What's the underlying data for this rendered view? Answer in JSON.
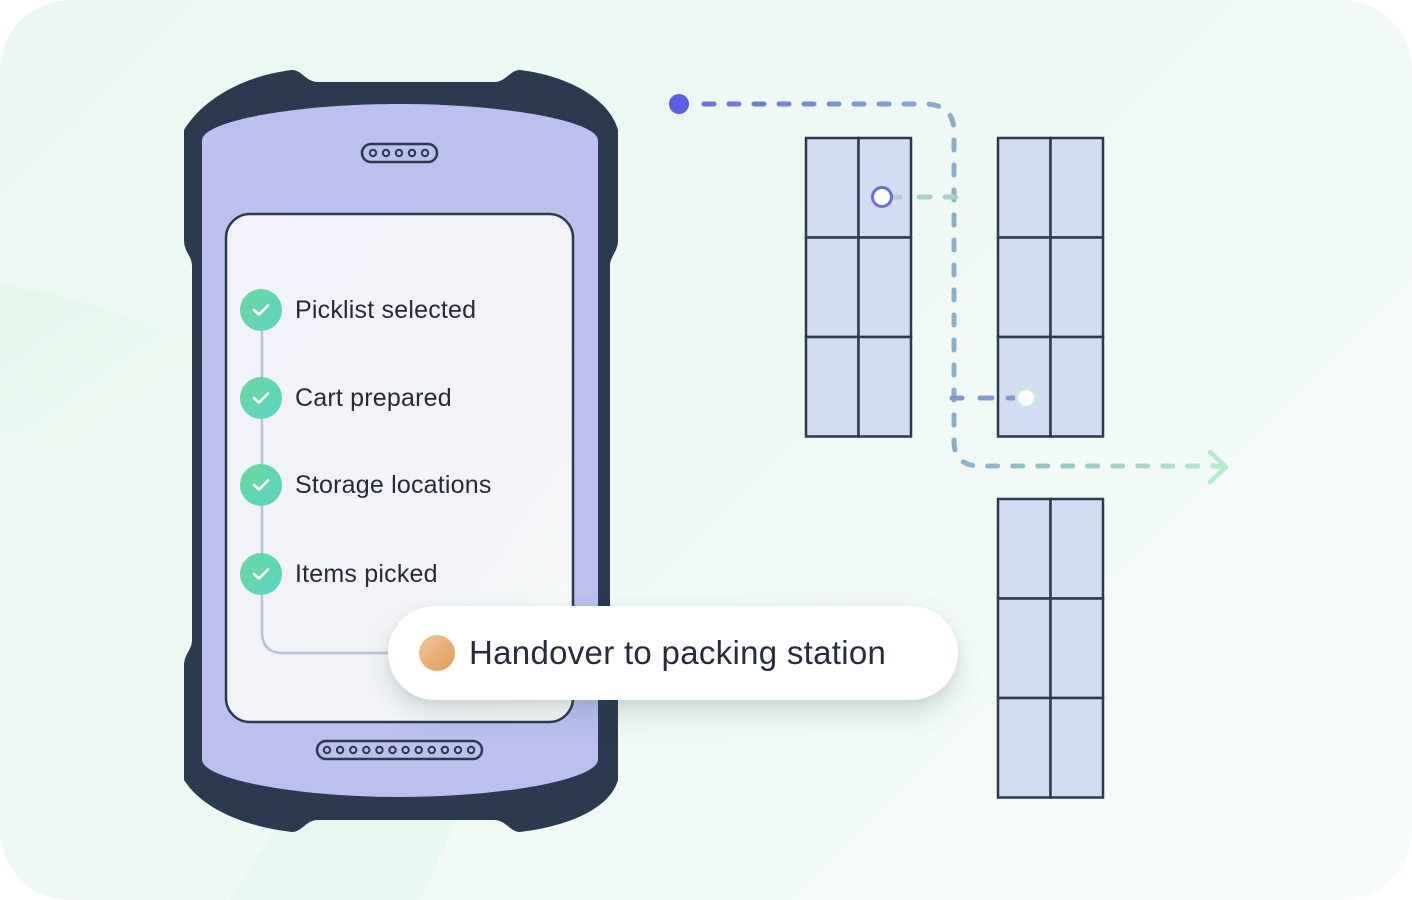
{
  "illustration": {
    "title": "Picking workflow on handheld scanner",
    "steps": [
      {
        "label": "Picklist selected",
        "status": "done",
        "icon": "check-icon"
      },
      {
        "label": "Cart prepared",
        "status": "done",
        "icon": "check-icon"
      },
      {
        "label": "Storage locations",
        "status": "done",
        "icon": "check-icon"
      },
      {
        "label": "Items picked",
        "status": "done",
        "icon": "check-icon"
      }
    ],
    "current_step": {
      "label": "Handover to packing station",
      "status": "in-progress",
      "icon": "status-dot-icon"
    },
    "colors": {
      "device_frame": "#2b3a4f",
      "device_body": "#bbc0ee",
      "screen": "#f4f4fb",
      "check": "#64d6b0",
      "current": "#e6a262",
      "shelf_fill": "#d2dcf2",
      "route_start": "#5b5ee0",
      "route_end": "#b4eccb"
    },
    "shelves": {
      "count": 3,
      "columns_each": 2,
      "rows_each": 3
    },
    "route": {
      "stops": 2,
      "direction": "right"
    }
  }
}
